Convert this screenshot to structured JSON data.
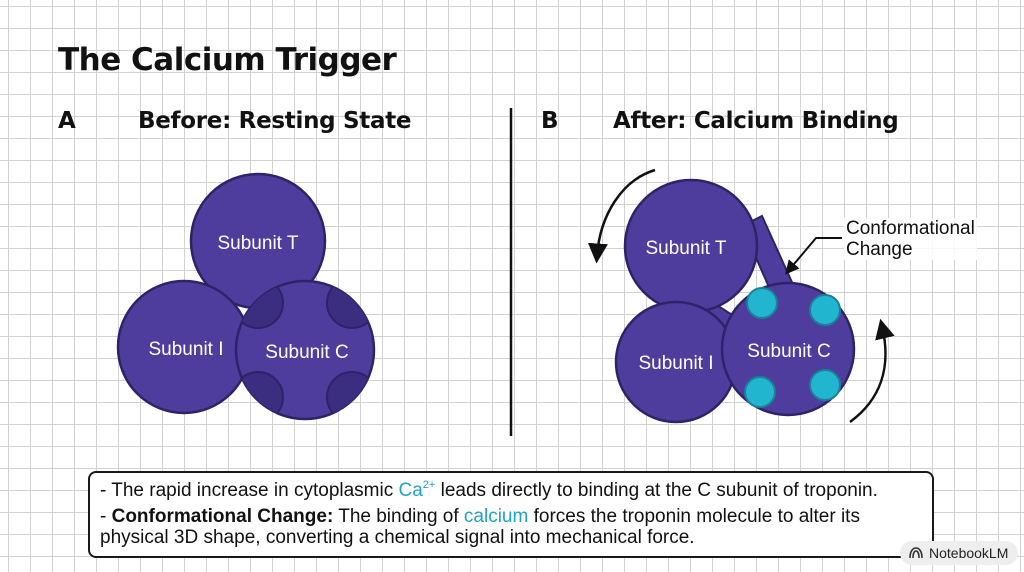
{
  "title": "The Calcium Trigger",
  "panels": [
    {
      "letter": "A",
      "heading": "Before: Resting State",
      "subunits": [
        "Subunit T",
        "Subunit I",
        "Subunit C"
      ]
    },
    {
      "letter": "B",
      "heading": "After: Calcium Binding",
      "subunits": [
        "Subunit T",
        "Subunit I",
        "Subunit C"
      ],
      "annotation": [
        "Conformational",
        "Change"
      ]
    }
  ],
  "notes": {
    "line1": {
      "before": "- The rapid increase in cytoplasmic ",
      "ion": "Ca",
      "charge": "2+",
      "after": " leads directly to binding at the C subunit of troponin."
    },
    "line2": {
      "prefix": "- ",
      "term": "Conformational Change:",
      "before": " The binding of ",
      "highlight": "calcium",
      "after": " forces the troponin molecule to alter its physical 3D shape, converting a chemical signal into mechanical force."
    }
  },
  "badge": "NotebookLM",
  "colors": {
    "subunit_fill": "#4e3d9c",
    "subunit_stroke": "#2e2366",
    "calcium": "#22b5d0",
    "calcium_text": "#1ea3c4"
  }
}
